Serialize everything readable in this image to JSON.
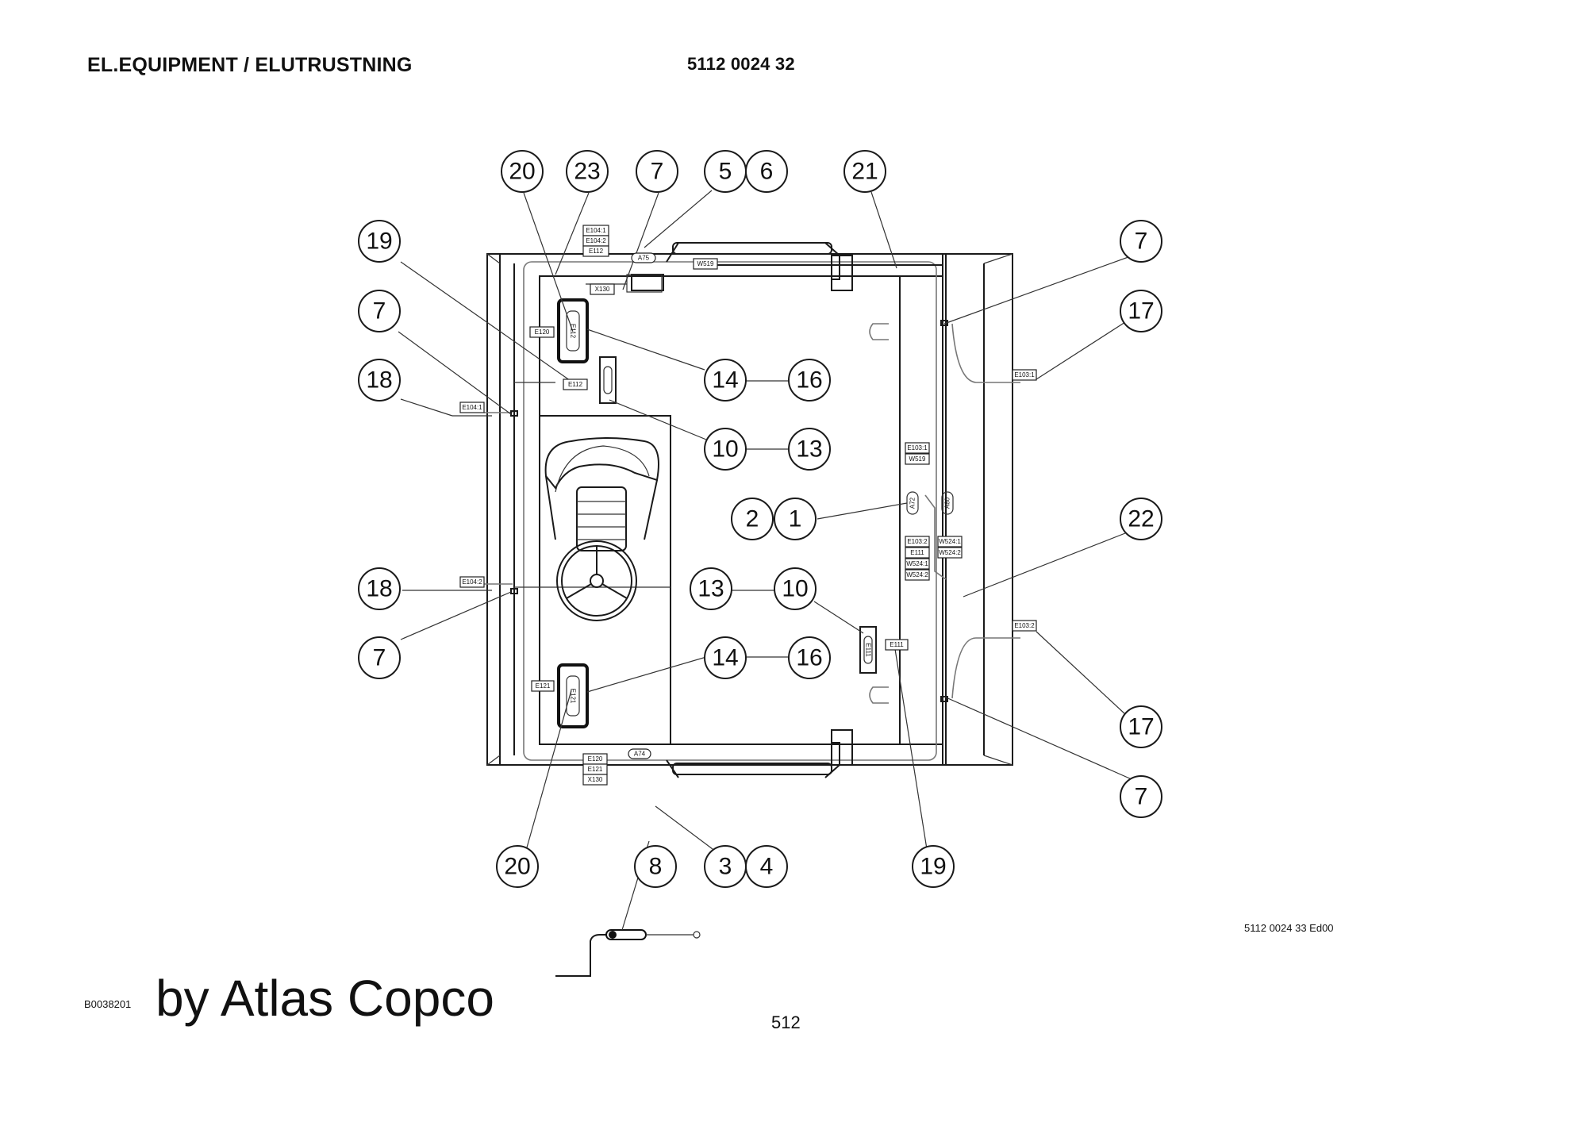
{
  "header": {
    "title": "EL.EQUIPMENT / ELUTRUSTNING",
    "part_number": "5112 0024 32"
  },
  "footer": {
    "drawing_code": "B0038201",
    "brand": "by Atlas Copco",
    "page_number": "512",
    "drawing_ref": "5112 0024 33 Ed00"
  },
  "callouts": [
    "20",
    "23",
    "7",
    "5",
    "6",
    "21",
    "19",
    "7",
    "18",
    "18",
    "7",
    "14",
    "16",
    "10",
    "13",
    "2",
    "1",
    "13",
    "10",
    "14",
    "16",
    "20",
    "8",
    "3",
    "4",
    "19",
    "7",
    "17",
    "22",
    "17",
    "7"
  ],
  "tags": [
    "E104:1",
    "E104:2",
    "E112",
    "A75",
    "W519",
    "X130",
    "E120",
    "E112",
    "E112",
    "E104:1",
    "E104:2",
    "E121",
    "E121",
    "E120",
    "E121",
    "X130",
    "A74",
    "E103:1",
    "W519",
    "A72",
    "A80",
    "E103:2",
    "E111",
    "W524:1",
    "W524:2",
    "W524:1",
    "W524:2",
    "E103:1",
    "E103:2",
    "E111",
    "E111"
  ]
}
